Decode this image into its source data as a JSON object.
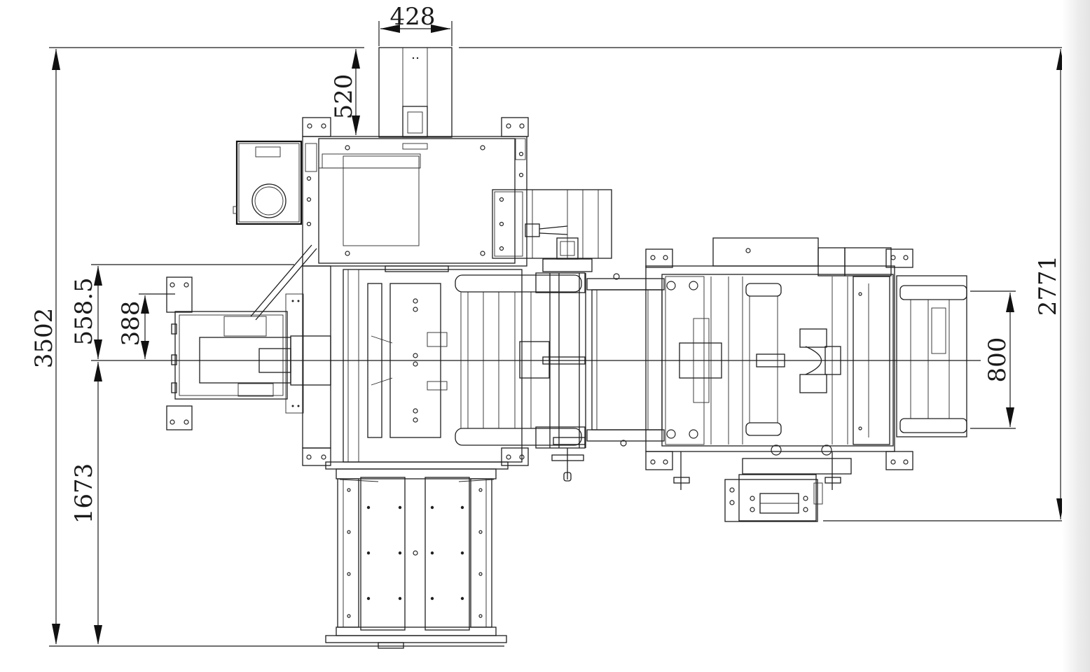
{
  "drawing": {
    "type": "mechanical top-view layout drawing",
    "line_color": "#1e1e1e",
    "background": "#ffffff",
    "dimensions": {
      "top_width": "428",
      "top_offset": "520",
      "overall_left_height": "3502",
      "upper_offset": "558.5",
      "inner_offset": "388",
      "lower_height": "1673",
      "right_height": "2771",
      "right_width": "800"
    }
  }
}
